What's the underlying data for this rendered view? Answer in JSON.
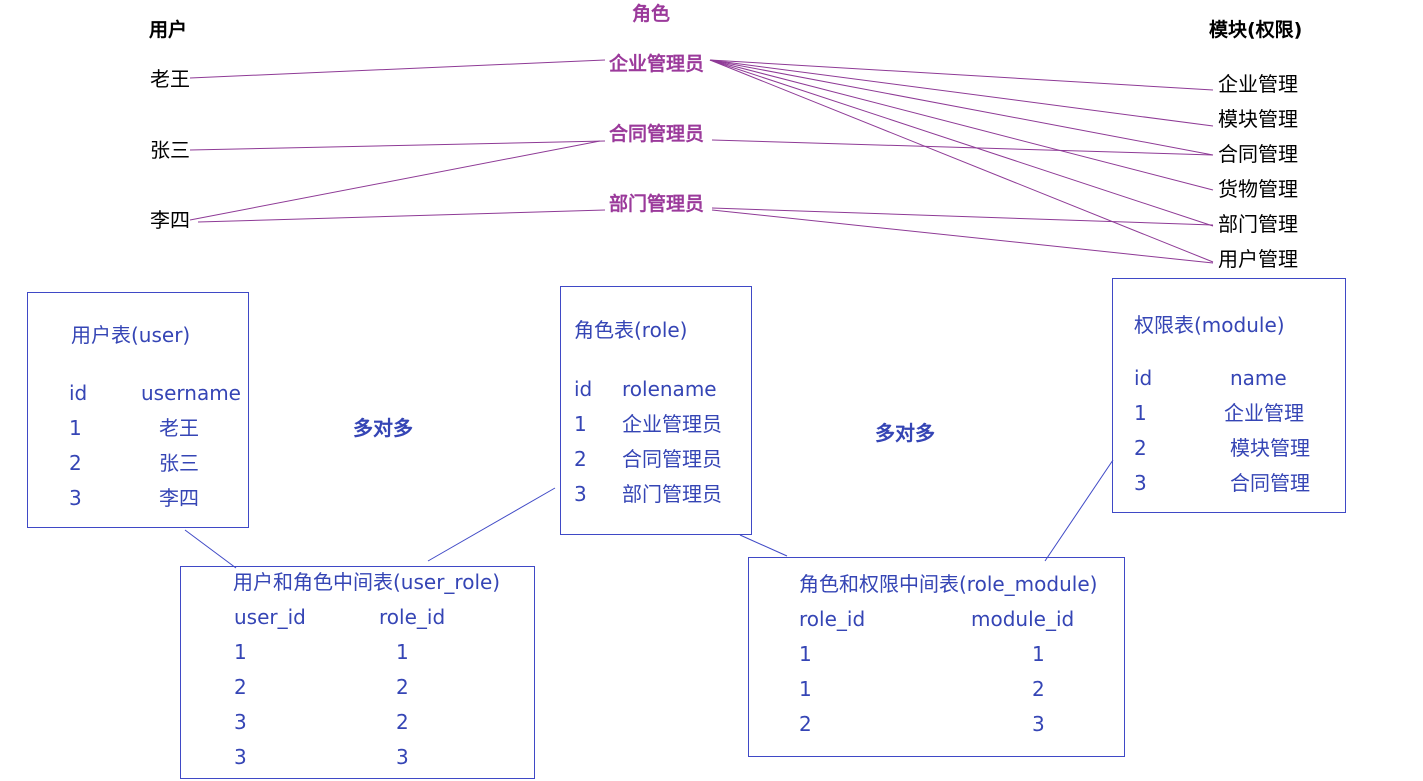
{
  "headers": {
    "users": "用户",
    "roles": "角色",
    "modules": "模块(权限)"
  },
  "users": [
    "老王",
    "张三",
    "李四"
  ],
  "roles": [
    "企业管理员",
    "合同管理员",
    "部门管理员"
  ],
  "modules": [
    "企业管理",
    "模块管理",
    "合同管理",
    "货物管理",
    "部门管理",
    "用户管理"
  ],
  "many_to_many": [
    "多对多",
    "多对多"
  ],
  "user_table": {
    "title": "用户表(user)",
    "columns": [
      "id",
      "username"
    ],
    "rows": [
      [
        "1",
        "老王"
      ],
      [
        "2",
        "张三"
      ],
      [
        "3",
        "李四"
      ]
    ]
  },
  "role_table": {
    "title": "角色表(role)",
    "columns": [
      "id",
      "rolename"
    ],
    "rows": [
      [
        "1",
        "企业管理员"
      ],
      [
        "2",
        "合同管理员"
      ],
      [
        "3",
        "部门管理员"
      ]
    ]
  },
  "module_table": {
    "title": "权限表(module)",
    "columns": [
      "id",
      "name"
    ],
    "rows": [
      [
        "1",
        "企业管理"
      ],
      [
        "2",
        "模块管理"
      ],
      [
        "3",
        "合同管理"
      ]
    ]
  },
  "user_role_table": {
    "title": "用户和角色中间表(user_role)",
    "columns": [
      "user_id",
      "role_id"
    ],
    "rows": [
      [
        "1",
        "1"
      ],
      [
        "2",
        "2"
      ],
      [
        "3",
        "2"
      ],
      [
        "3",
        "3"
      ]
    ]
  },
  "role_module_table": {
    "title": "角色和权限中间表(role_module)",
    "columns": [
      "role_id",
      "module_id"
    ],
    "rows": [
      [
        "1",
        "1"
      ],
      [
        "1",
        "2"
      ],
      [
        "2",
        "3"
      ]
    ]
  },
  "colors": {
    "role_text": "#9b3a9b",
    "connector": "#8e3a96",
    "table_border": "#3f49c6",
    "table_text": "#3545b5"
  }
}
